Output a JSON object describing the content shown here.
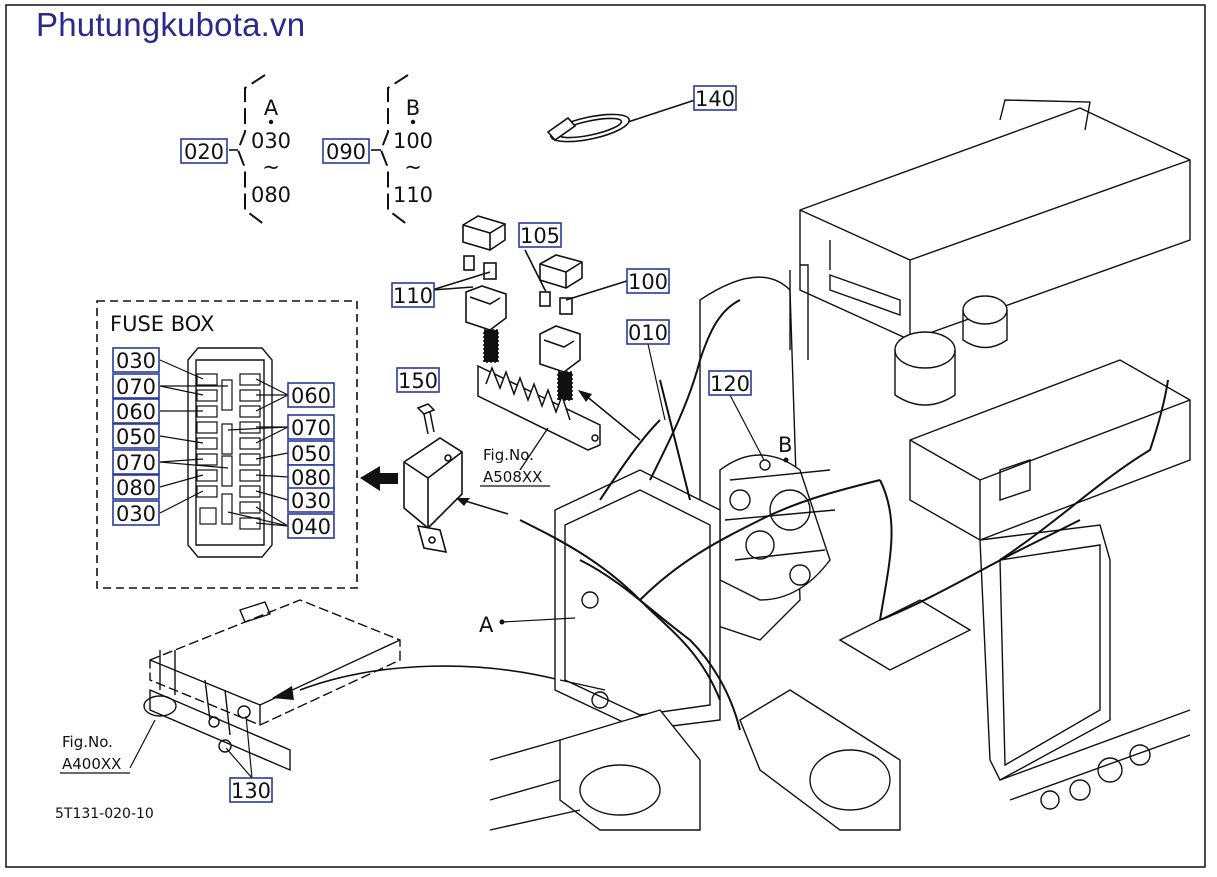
{
  "site": {
    "title": "Phutungkubota.vn"
  },
  "drawing_code": "5T131-020-10",
  "fuse_box": {
    "title": "FUSE BOX",
    "left_labels": [
      "030",
      "070",
      "060",
      "050",
      "070",
      "080",
      "030"
    ],
    "right_labels": [
      "060",
      "070",
      "050",
      "080",
      "030",
      "040"
    ]
  },
  "groups": {
    "g1": {
      "ref": "020",
      "head": "A",
      "from": "030",
      "tilde": "~",
      "to": "080"
    },
    "g2": {
      "ref": "090",
      "head": "B",
      "from": "100",
      "tilde": "~",
      "to": "110"
    }
  },
  "callouts": {
    "c140": "140",
    "c105": "105",
    "c110": "110",
    "c100": "100",
    "c010": "010",
    "c150": "150",
    "c120": "120",
    "c130": "130"
  },
  "points": {
    "a": "A",
    "b": "B"
  },
  "figrefs": {
    "f1": {
      "line1": "Fig.No.",
      "line2": "A508XX"
    },
    "f2": {
      "line1": "Fig.No.",
      "line2": "A400XX"
    }
  },
  "colors": {
    "label_box": "#2a3a9a",
    "site_title": "#2a2a8e",
    "line": "#111111"
  }
}
